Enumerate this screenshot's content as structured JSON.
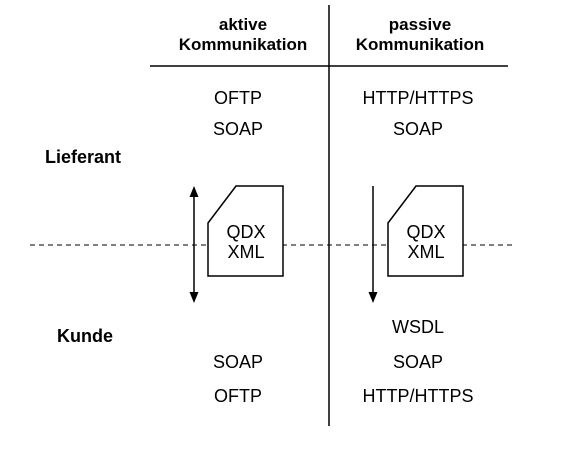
{
  "headers": {
    "active": "aktive\nKommunikation",
    "active_line1": "aktive",
    "active_line2": "Kommunikation",
    "passive_line1": "passive",
    "passive_line2": "Kommunikation"
  },
  "side_labels": {
    "supplier": "Lieferant",
    "customer": "Kunde"
  },
  "active_column": {
    "supplier_protocols": [
      "OFTP",
      "SOAP"
    ],
    "customer_protocols": [
      "SOAP",
      "OFTP"
    ]
  },
  "passive_column": {
    "supplier_protocols": [
      "HTTP/HTTPS",
      "SOAP"
    ],
    "customer_protocols": [
      "WSDL",
      "SOAP",
      "HTTP/HTTPS"
    ]
  },
  "document": {
    "line1": "QDX",
    "line2": "XML"
  },
  "icons": {
    "active_arrow": "double-headed-vertical-arrow",
    "passive_arrow": "down-arrow",
    "document": "document-icon"
  },
  "colors": {
    "line": "#000000",
    "background": "#ffffff"
  }
}
